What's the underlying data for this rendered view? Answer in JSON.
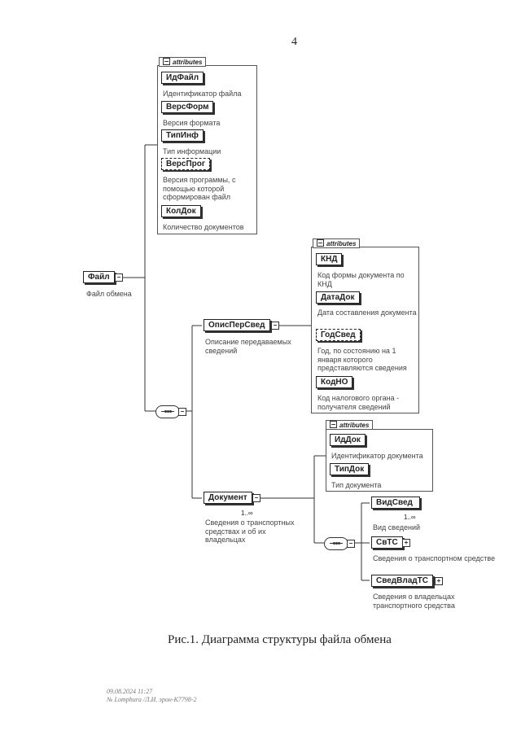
{
  "page_number": "4",
  "attributes_label": "attributes",
  "root": {
    "name": "Файл",
    "description": "Файл обмена"
  },
  "file_attributes": [
    {
      "name": "ИдФайл",
      "description": "Идентификатор файла"
    },
    {
      "name": "ВерсФорм",
      "description": "Версия формата"
    },
    {
      "name": "ТипИнф",
      "description": "Тип информации"
    },
    {
      "name": "ВерсПрог",
      "description": "Версия программы, с помощью которой сформирован файл"
    },
    {
      "name": "КолДок",
      "description": "Количество документов"
    }
  ],
  "opis": {
    "name": "ОписПерСвед",
    "description": "Описание передаваемых сведений"
  },
  "opis_attributes": [
    {
      "name": "КНД",
      "description": "Код формы документа по КНД"
    },
    {
      "name": "ДатаДок",
      "description": "Дата составления документа"
    },
    {
      "name": "ГодСвед",
      "description": "Год, по состоянию на 1 января которого представляются сведения"
    },
    {
      "name": "КодНО",
      "description": "Код налогового органа - получателя сведений"
    }
  ],
  "document": {
    "name": "Документ",
    "multiplicity": "1..∞",
    "description": "Сведения о транспортных средствах и об их владельцах"
  },
  "document_attributes": [
    {
      "name": "ИдДок",
      "description": "Идентификатор документа"
    },
    {
      "name": "ТипДок",
      "description": "Тип документа"
    }
  ],
  "document_children": [
    {
      "name": "ВидСвед",
      "multiplicity": "1..∞",
      "description": "Вид сведений"
    },
    {
      "name": "СвТС",
      "description": "Сведения о транспортном средстве"
    },
    {
      "name": "СведВладТС",
      "description": "Сведения о владельцах транспортного средства"
    }
  ],
  "caption": "Рис.1. Диаграмма структуры файла обмена",
  "stamp": {
    "line1": "09.08.2024 11:27",
    "line2": "№ Lomphura /Л.И. эрон-К7798-2"
  }
}
